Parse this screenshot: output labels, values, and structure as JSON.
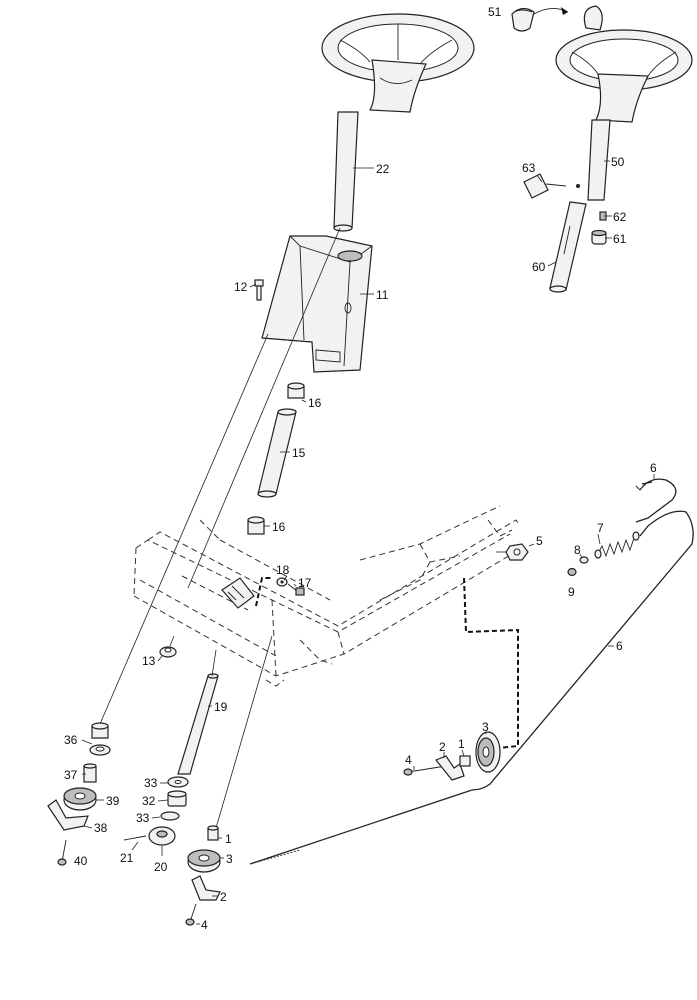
{
  "callouts": {
    "c51": "51",
    "c22": "22",
    "c50": "50",
    "c63": "63",
    "c62": "62",
    "c61": "61",
    "c60": "60",
    "c12": "12",
    "c11": "11",
    "c16a": "16",
    "c15": "15",
    "c16b": "16",
    "c6a": "6",
    "c7": "7",
    "c5": "5",
    "c8": "8",
    "c9": "9",
    "c18": "18",
    "c17": "17",
    "c6b": "6",
    "c13": "13",
    "c19": "19",
    "c36": "36",
    "c37": "37",
    "c39": "39",
    "c38": "38",
    "c40": "40",
    "c33a": "33",
    "c32": "32",
    "c33b": "33",
    "c21": "21",
    "c20": "20",
    "c1a": "1",
    "c3a": "3",
    "c2a": "2",
    "c4a": "4",
    "c4b": "4",
    "c2b": "2",
    "c1b": "1",
    "c3b": "3"
  }
}
